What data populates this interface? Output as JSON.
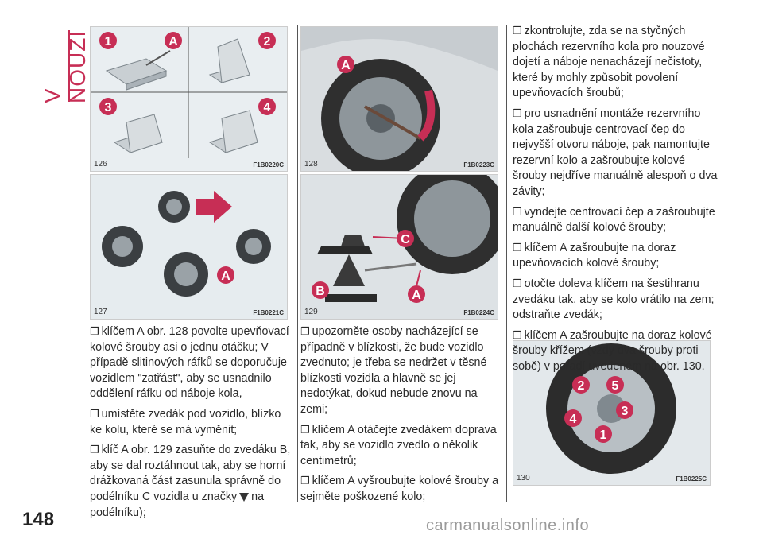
{
  "section_title": "V NOUZI",
  "page_number": "148",
  "watermark": "carmanualsonline.info",
  "figures": [
    {
      "id": "126",
      "code": "F1B0220C",
      "labels": [
        "1",
        "A",
        "2",
        "3",
        "4"
      ]
    },
    {
      "id": "128",
      "code": "F1B0223C",
      "labels": [
        "A"
      ]
    },
    {
      "id": "127",
      "code": "F1B0221C",
      "labels": [
        "A"
      ]
    },
    {
      "id": "129",
      "code": "F1B0224C",
      "labels": [
        "C",
        "B",
        "A"
      ]
    },
    {
      "id": "130",
      "code": "F1B0225C",
      "labels": [
        "2",
        "5",
        "3",
        "4",
        "1"
      ]
    }
  ],
  "column1": {
    "paragraphs": [
      "klíčem A obr. 128 povolte upevňovací kolové šrouby asi o jednu otáčku; V případě slitinových ráfků se doporučuje vozidlem \"zatřást\", aby se usnadnilo oddělení ráfku od náboje kola,",
      "umístěte zvedák pod vozidlo, blízko ke kolu, které se má vyměnit;"
    ],
    "p3_before": "klíč A obr. 129 zasuňte do zvedáku B, aby se dal roztáhnout tak, aby se horní drážkovaná část zasunula správně do podélníku C vozidla u značky",
    "p3_after": "na podélníku);"
  },
  "column2": {
    "paragraphs": [
      "upozorněte osoby nacházející se případně v blízkosti, že bude vozidlo zvednuto; je třeba se nedržet v těsné blízkosti vozidla a hlavně se jej nedotýkat, dokud nebude znovu na zemi;",
      "klíčem A otáčejte zvedákem doprava tak, aby se vozidlo zvedlo o několik centimetrů;",
      "klíčem A vyšroubujte kolové šrouby a sejměte poškozené kolo;"
    ]
  },
  "column3": {
    "paragraphs": [
      "zkontrolujte, zda se na styčných plochách rezervního kola pro nouzové dojetí a náboje nenacházejí nečistoty, které by mohly způsobit povolení upevňovacích šroubů;",
      "pro usnadnění montáže rezervního kola zašroubuje centrovací čep do nejvyšší otvoru náboje, pak namontujte rezervní kolo a zašroubujte kolové šrouby nejdříve manuálně alespoň o dva závity;",
      "vyndejte centrovací čep a zašroubujte manuálně další kolové šrouby;",
      "klíčem A zašroubujte na doraz upevňovacích kolové šrouby;",
      "otočte doleva klíčem na šestihranu zvedáku tak, aby se kolo vrátilo na zem; odstraňte zvedák;",
      "klíčem A zašroubujte na doraz kolové šrouby křížem (vždy dva šrouby proti sobě) v pořadí uvedeném na obr. 130."
    ]
  },
  "bullet_symbol": "❒",
  "colors": {
    "accent": "#c72e55",
    "text": "#2a2a2a",
    "figure_bg": "#eef2f4"
  }
}
